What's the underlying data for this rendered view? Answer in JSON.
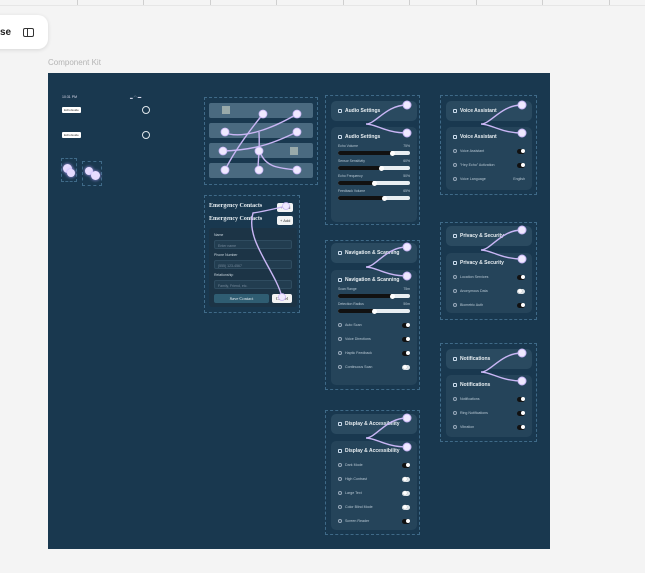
{
  "toolbar": {
    "partial_label": "se"
  },
  "canvas": {
    "frame_label": "Component Kit",
    "frame_color": "#19384f",
    "connector_color": "#c9b6f5"
  },
  "status_bar": {
    "time": "10:31 PM",
    "badge1": "EchoGuide",
    "badge2": "EchoGuide"
  },
  "emergency": {
    "title": "Emergency Contacts",
    "add_label": "+ Add",
    "name_label": "Name",
    "name_placeholder": "Enter name",
    "phone_label": "Phone Number",
    "phone_placeholder": "(555) 123-4567",
    "rel_label": "Relationship",
    "rel_placeholder": "Family, Friend, etc.",
    "save_label": "Save Contact",
    "cancel_label": "Cancel"
  },
  "cards": [
    {
      "id": "audio",
      "title": "Audio Settings",
      "icon": "speaker-icon",
      "sliders": [
        {
          "label": "Echo Volume",
          "value": "75%",
          "level": 75
        },
        {
          "label": "Sensor Sensitivity",
          "value": "60%",
          "level": 60
        },
        {
          "label": "Echo Frequency",
          "value": "50%",
          "level": 50
        },
        {
          "label": "Feedback Volume",
          "value": "65%",
          "level": 65
        }
      ],
      "rows": []
    },
    {
      "id": "navigation",
      "title": "Navigation & Scanning",
      "icon": "location-pin-icon",
      "sliders": [
        {
          "label": "Scan Range",
          "value": "75m",
          "level": 75
        },
        {
          "label": "Detection Radius",
          "value": "50m",
          "level": 50
        }
      ],
      "rows": [
        {
          "label": "Auto Scan",
          "on": true,
          "icon": "scan-icon"
        },
        {
          "label": "Voice Directions",
          "on": true,
          "icon": "headphones-icon"
        },
        {
          "label": "Haptic Feedback",
          "on": true,
          "icon": "vibrate-icon"
        },
        {
          "label": "Continuous Scan",
          "on": false,
          "icon": "clock-icon"
        }
      ]
    },
    {
      "id": "display",
      "title": "Display & Accessibility",
      "icon": "eye-icon",
      "sliders": [],
      "rows": [
        {
          "label": "Dark Mode",
          "on": true,
          "icon": "moon-icon"
        },
        {
          "label": "High Contrast",
          "on": false,
          "icon": "contrast-icon"
        },
        {
          "label": "Large Text",
          "on": false,
          "icon": "text-size-icon"
        },
        {
          "label": "Color Blind Mode",
          "on": false,
          "icon": "eye-icon"
        },
        {
          "label": "Screen Reader",
          "on": true,
          "icon": "speaker-icon"
        }
      ]
    },
    {
      "id": "voice",
      "title": "Voice Assistant",
      "icon": "microphone-icon",
      "sliders": [],
      "rows": [
        {
          "label": "Voice Assistant",
          "on": true,
          "icon": "microphone-icon"
        },
        {
          "label": "\"Hey Echo\" Activation",
          "on": true,
          "icon": "headphones-icon"
        },
        {
          "label": "Voice Language",
          "value": "English",
          "icon": "language-icon"
        }
      ]
    },
    {
      "id": "privacy",
      "title": "Privacy & Security",
      "icon": "shield-icon",
      "sliders": [],
      "rows": [
        {
          "label": "Location Services",
          "on": true,
          "icon": "location-pin-icon"
        },
        {
          "label": "Anonymous Data",
          "on": false,
          "icon": "shield-icon"
        },
        {
          "label": "Biometric Auth",
          "on": true,
          "icon": "fingerprint-icon"
        }
      ]
    },
    {
      "id": "notifications",
      "title": "Notifications",
      "icon": "bell-icon",
      "sliders": [],
      "rows": [
        {
          "label": "Notifications",
          "on": true,
          "icon": "bell-icon"
        },
        {
          "label": "Ring Notifications",
          "on": true,
          "icon": "bell-icon"
        },
        {
          "label": "Vibration",
          "on": true,
          "icon": "vibrate-icon"
        }
      ]
    }
  ]
}
